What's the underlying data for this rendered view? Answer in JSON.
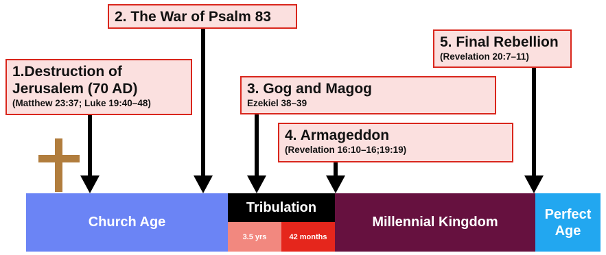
{
  "events": [
    {
      "title": "1.Destruction of",
      "title2": "Jerusalem (70 AD)",
      "subtitle": "(Matthew 23:37; Luke 19:40–48)"
    },
    {
      "title": "2. The War of Psalm 83"
    },
    {
      "title": "3. Gog and Magog",
      "subtitle": "Ezekiel 38–39"
    },
    {
      "title": "4. Armageddon",
      "subtitle": "(Revelation 16:10–16;19:19)"
    },
    {
      "title": "5. Final Rebellion",
      "subtitle": "(Revelation 20:7–11)"
    }
  ],
  "timeline": {
    "church_age": "Church Age",
    "tribulation": "Tribulation",
    "first_half": "3.5 yrs",
    "second_half": "42 months",
    "millennial": "Millennial Kingdom",
    "perfect_age": "Perfect Age"
  },
  "colors": {
    "callout_fill": "#fbe0df",
    "callout_border": "#d9261c",
    "church_age": "#6b84f5",
    "tribulation": "#000000",
    "first_half": "#f2887f",
    "second_half": "#e5261c",
    "millennial": "#66113f",
    "perfect_age": "#22a7f0",
    "cross": "#b17d3d"
  },
  "icons": {
    "cross": "cross-icon"
  }
}
